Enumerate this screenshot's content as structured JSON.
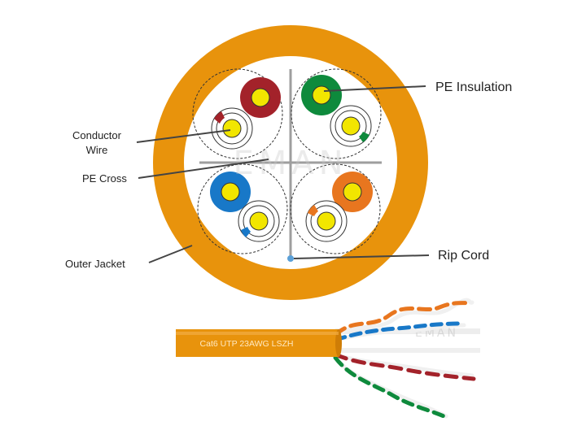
{
  "labels": {
    "pe_insulation": "PE Insulation",
    "conductor_line1": "Conductor",
    "conductor_line2": "Wire",
    "pe_cross": "PE Cross",
    "outer_jacket": "Outer Jacket",
    "rip_cord": "Rip Cord"
  },
  "cable_print": "Cat6 UTP 23AWG LSZH",
  "watermark": "EMAN",
  "watermark_small": "EMAN",
  "colors": {
    "jacket": "#e8930c",
    "conductor": "#f2e600",
    "brown": "#a3222a",
    "green": "#0e8a3c",
    "blue": "#1878c8",
    "orange": "#e8761f",
    "rip_cord": "#5aa0d8"
  }
}
